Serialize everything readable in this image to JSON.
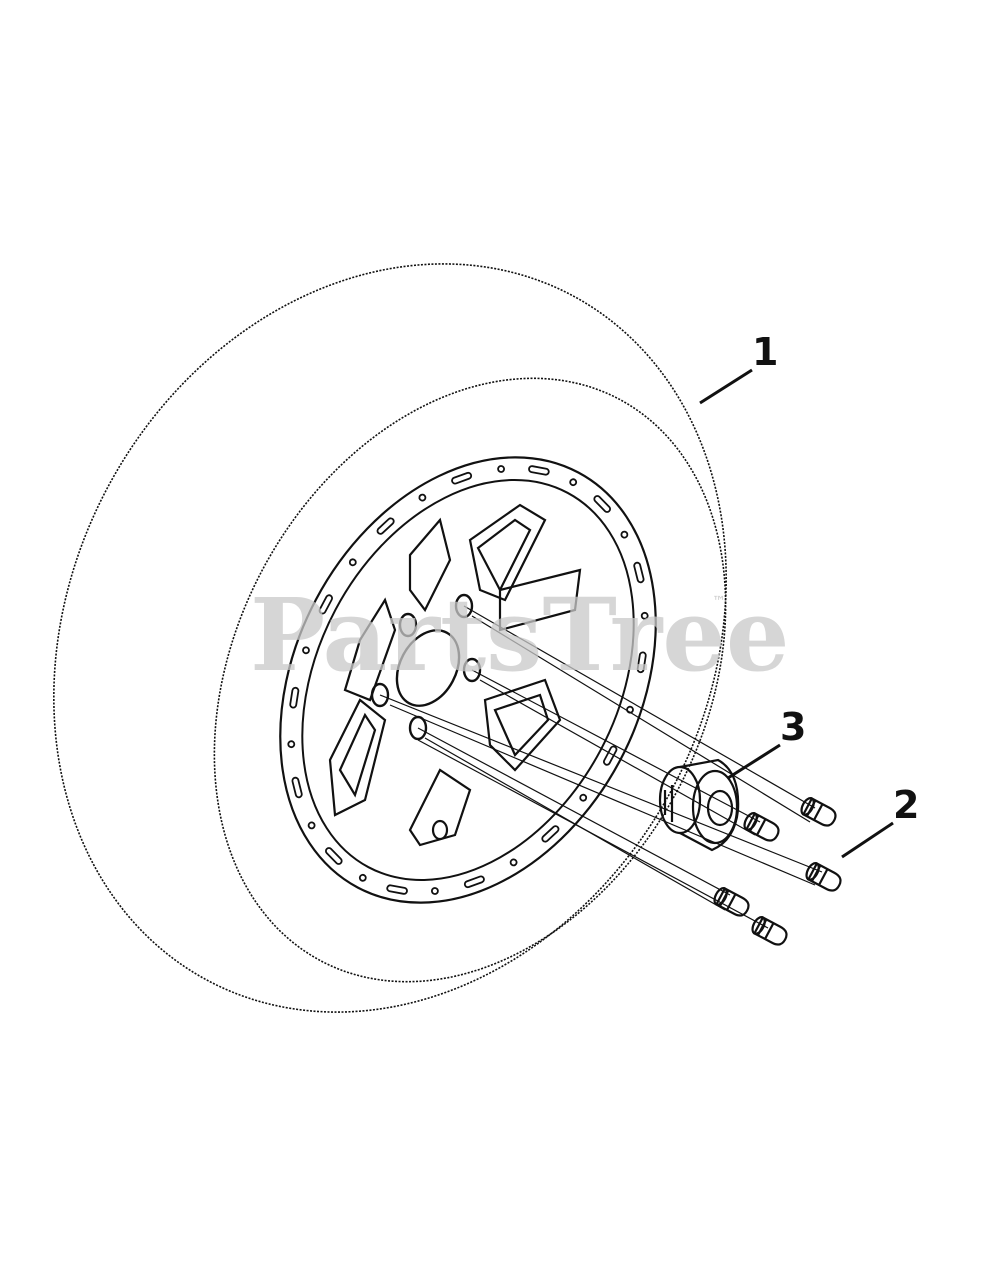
{
  "callouts": [
    {
      "id": "1",
      "label": "1"
    },
    {
      "id": "2",
      "label": "2"
    },
    {
      "id": "3",
      "label": "3"
    }
  ],
  "watermark": {
    "text": "PartsTree",
    "tm": "™"
  },
  "colors": {
    "line": "#111111",
    "watermark": "#c9c9c9",
    "background": "#ffffff"
  }
}
